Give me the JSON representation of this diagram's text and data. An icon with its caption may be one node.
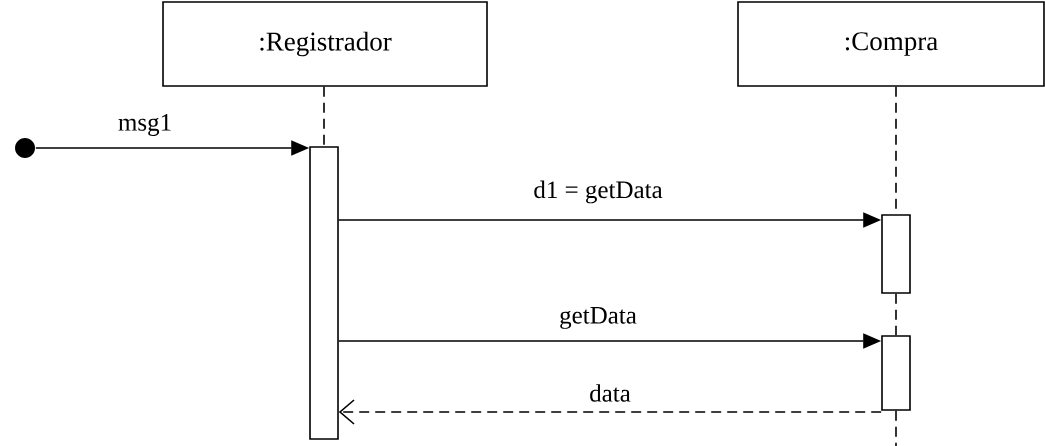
{
  "diagram": {
    "nodes": [
      {
        "text": [
          ":Registrador"
        ]
      },
      {
        "text": [
          ":Compra"
        ]
      },
      {
        "text": [],
        "shape": "circle"
      },
      {
        "text": [],
        "shape": "bar"
      },
      {
        "text": [],
        "shape": "bar"
      },
      {
        "text": [],
        "shape": "bar"
      }
    ],
    "edges": [
      {
        "from": 0,
        "to": 3,
        "arrow": "none",
        "style": "dashed"
      },
      {
        "from": 1,
        "to": 4,
        "arrow": "none",
        "style": "dashed"
      },
      {
        "from": 4,
        "to": 5,
        "arrow": "none",
        "style": "dashed"
      },
      {
        "from": 5,
        "to": null,
        "arrow": "none",
        "style": "dashed"
      },
      {
        "from": 2,
        "to": 3,
        "arrow": "to",
        "label": "msg1"
      },
      {
        "from": 3,
        "to": 4,
        "arrow": "to",
        "label": "d1 = getData"
      },
      {
        "from": 3,
        "to": 5,
        "arrow": "to",
        "label": "getData"
      },
      {
        "from": 5,
        "to": 3,
        "arrow": "to",
        "label": "data",
        "style": "dashed"
      }
    ]
  }
}
